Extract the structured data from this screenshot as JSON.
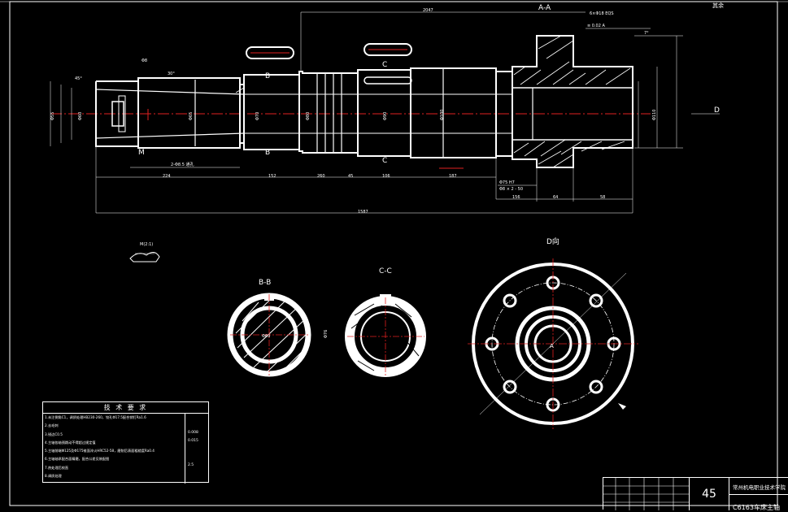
{
  "drawing": {
    "main_view": {
      "section_label": "A-A",
      "top_right_note": "其余",
      "overall_length": "1587",
      "top_dim": "2047",
      "dims_bottom": [
        "224",
        "152",
        "260",
        "45",
        "106",
        "187",
        "156",
        "64",
        "58"
      ],
      "sub_dims": [
        "2-Φ8.5 通孔",
        "Φ75 H7",
        "Φ8 × 2 - 50"
      ],
      "diameters": [
        "Φ55",
        "Φ60",
        "Φ65",
        "Φ70",
        "Φ80",
        "Φ90",
        "Φ100",
        "Φ110"
      ],
      "markers": {
        "m": "M",
        "b1": "B",
        "b2": "B",
        "c1": "C",
        "c2": "C",
        "d": "D"
      },
      "small_labels": [
        "Φ8",
        "45°",
        "30°",
        "7°"
      ],
      "tol_frame": "≡ 0.02 A",
      "spline_note": "6×Φ18 EQS"
    },
    "detail_m": {
      "label": "M(2:1)"
    },
    "section_bb": {
      "label": "B-B",
      "dim": "Φ69"
    },
    "section_cc": {
      "label": "C-C",
      "dim": "Φ76"
    },
    "view_d": {
      "label": "D向",
      "a_marker": "A"
    },
    "tech_requirements": {
      "title": "技 术 要 求",
      "lines": [
        "1.未注倒角C1，调质处理HB230-260，铰孔Φ17.5配合销钉Ra1.6",
        "2.去毛刺",
        "3.锐边C0.5",
        "4.主轴各轴颈跳动不得超过规定值",
        "5.主轴前端Φ125及Φ175锥面淬火HRC52-58，磨削后表面粗糙度Ra0.4",
        "6.主轴轴承配合面精磨，配合公差见装配图",
        "7.热处理后校直",
        "8.调质处理"
      ],
      "values": [
        "0.008",
        "0.015",
        "",
        "",
        "2.5"
      ]
    },
    "title_block": {
      "sheet_number": "45",
      "school": "常州机电职业技术学院",
      "drawing_name": "C6163车床主轴"
    }
  }
}
